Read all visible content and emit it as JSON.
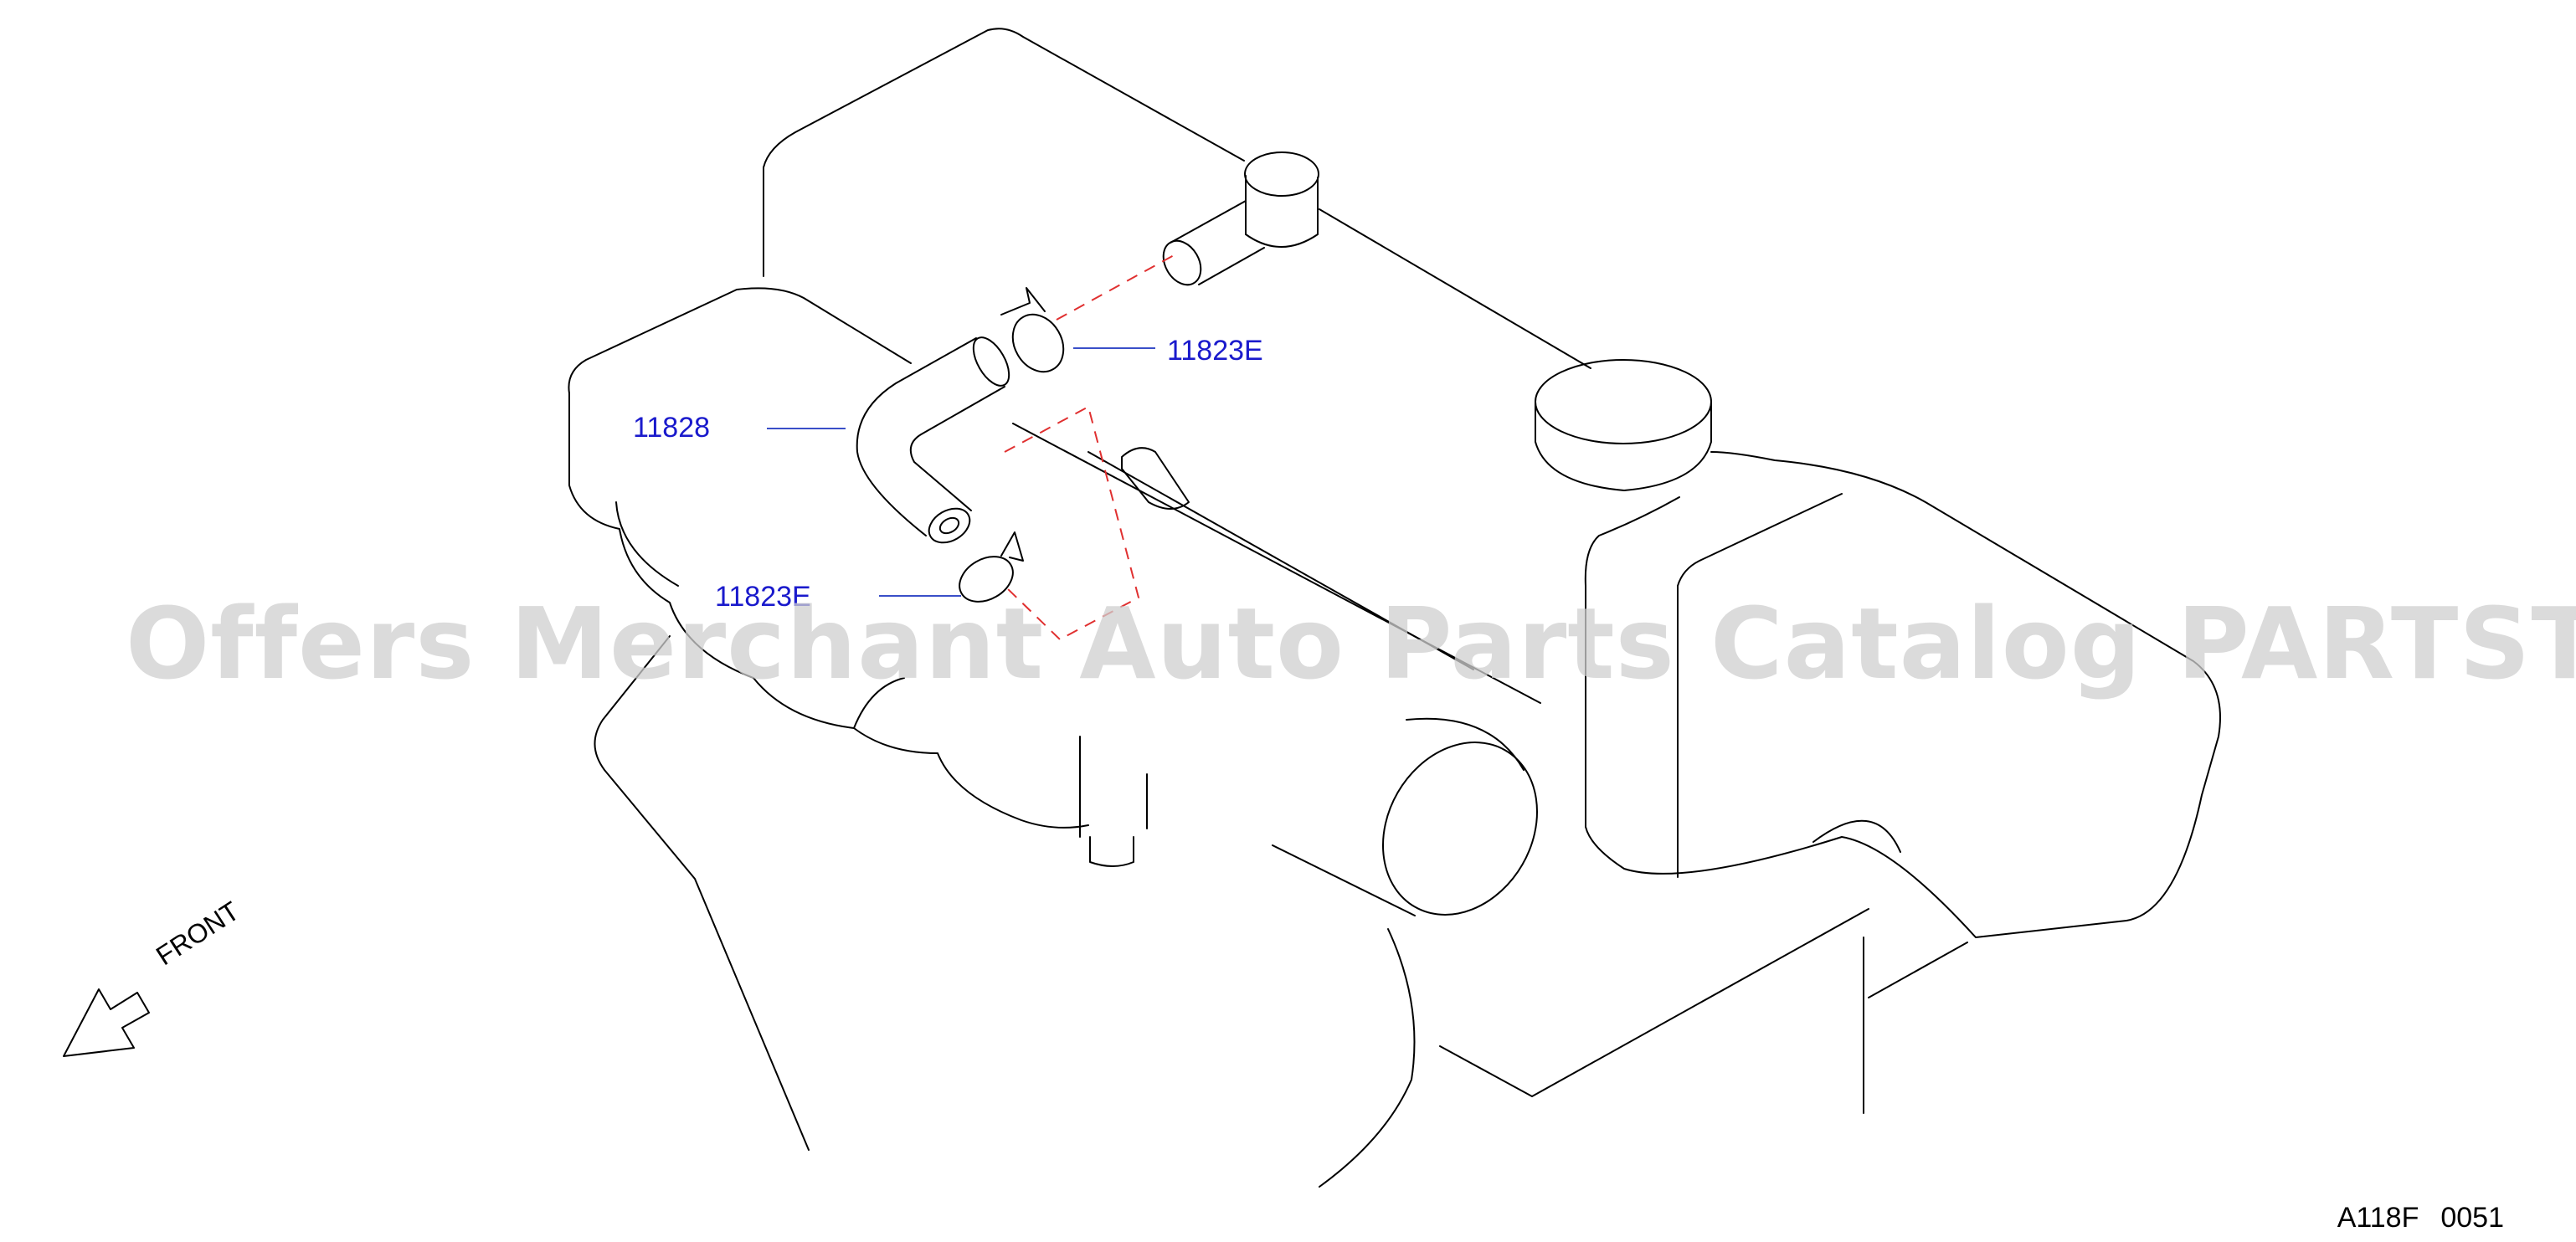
{
  "colors": {
    "callout": "#1a1acc",
    "leader": "#3a4fc8",
    "dash": "#e03030",
    "watermark": "#cfcfcf",
    "line": "#000000"
  },
  "callouts": {
    "upper_clamp": "11823E",
    "hose": "11828",
    "lower_clamp": "11823E"
  },
  "watermark": "Offers Merchant Auto Parts Catalog PARTSTORE.SA",
  "front_label": "FRONT",
  "front_arrow_icon": "front-arrow-icon",
  "figure_code": {
    "left": "A118F",
    "right": "0051"
  }
}
